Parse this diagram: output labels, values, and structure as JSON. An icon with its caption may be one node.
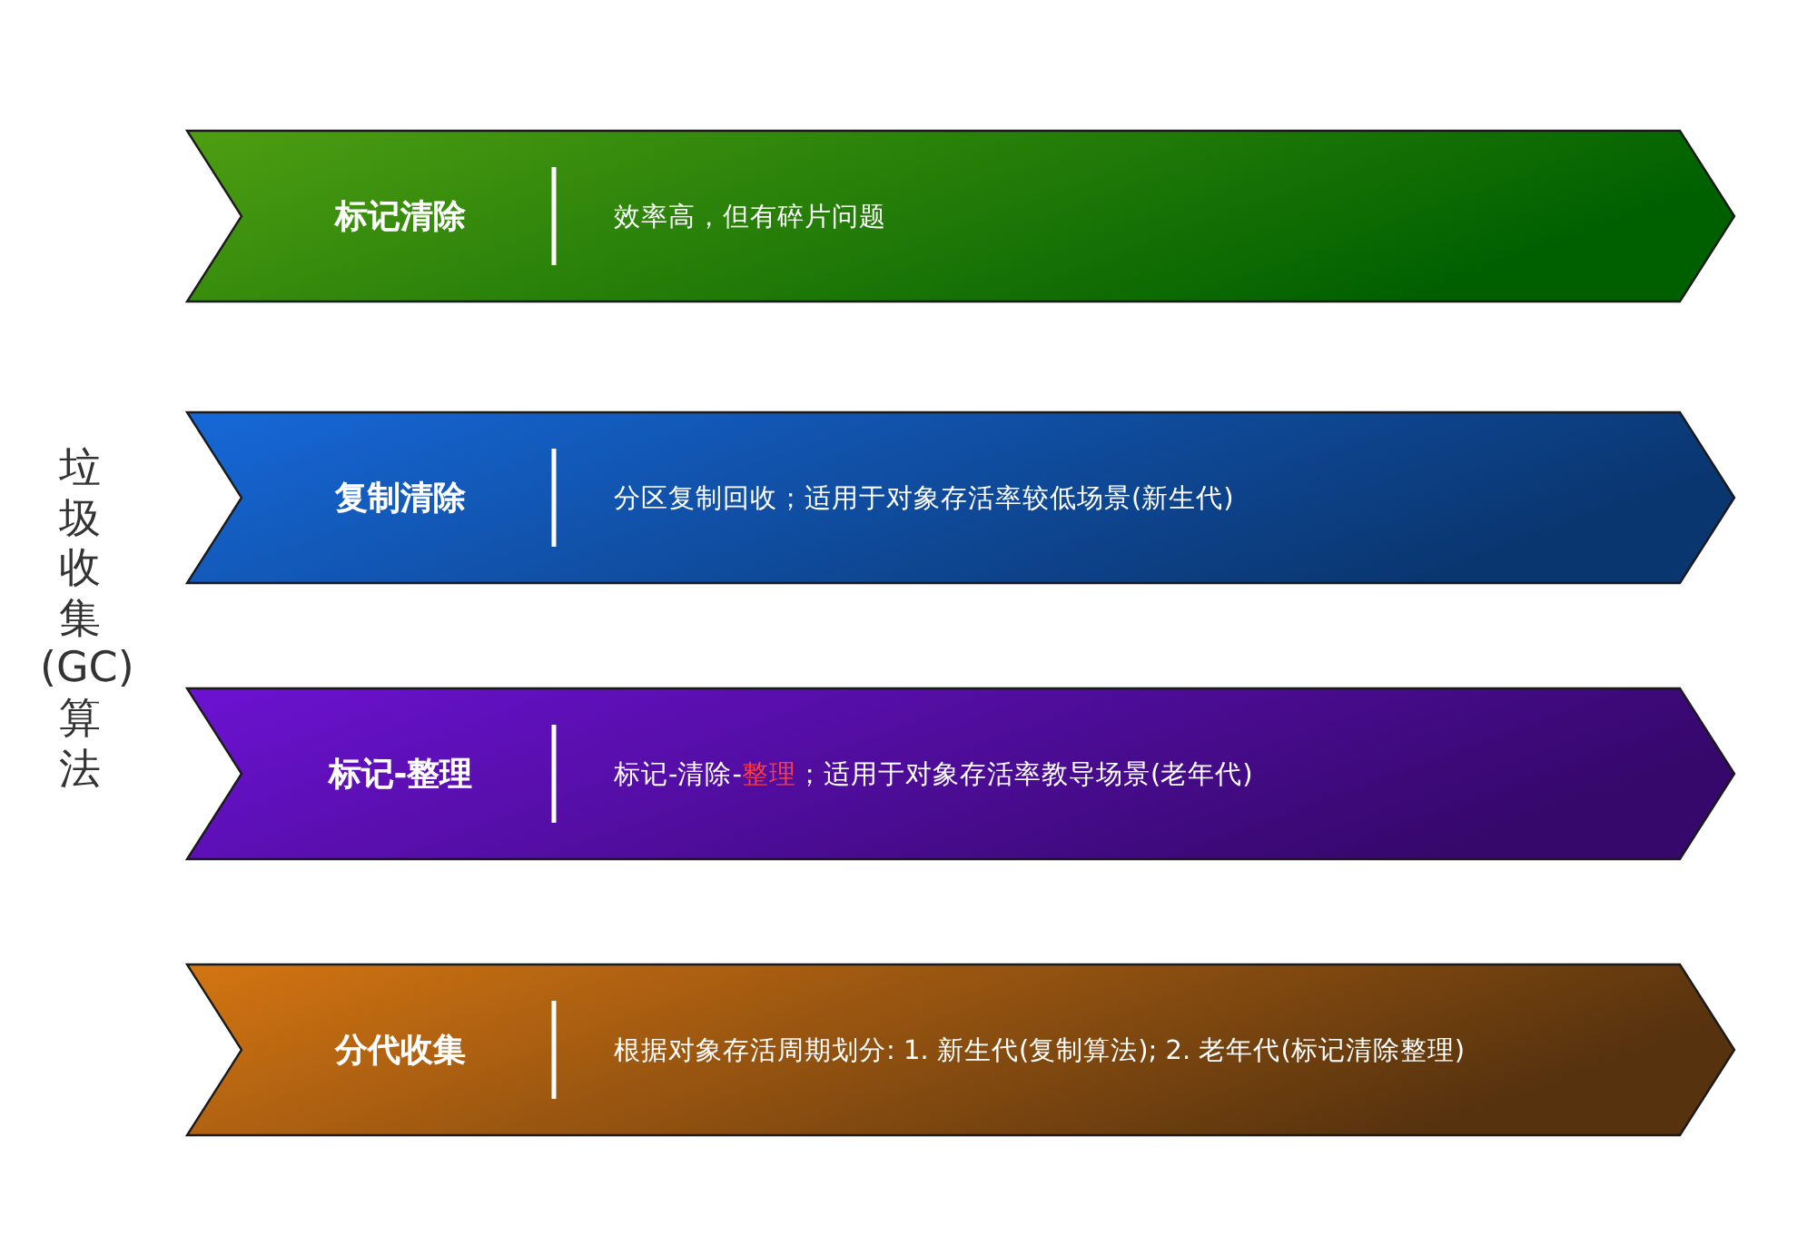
{
  "diagram": {
    "title": "垃圾收集(GC)算法",
    "nodes": [
      {
        "text": [
          "标记清除",
          "效率高，但有碎片问题"
        ]
      },
      {
        "text": [
          "复制清除",
          "分区复制回收；适用于对象存活率较低场景(新生代)"
        ]
      },
      {
        "text": [
          "标记-整理",
          "标记-清除-**整理**；适用于对象存活率教导场景(老年代)"
        ]
      },
      {
        "text": [
          "分代收集",
          "根据对象存活周期划分: 1. 新生代(复制算法); 2. 老年代(标记清除整理)"
        ]
      }
    ]
  }
}
